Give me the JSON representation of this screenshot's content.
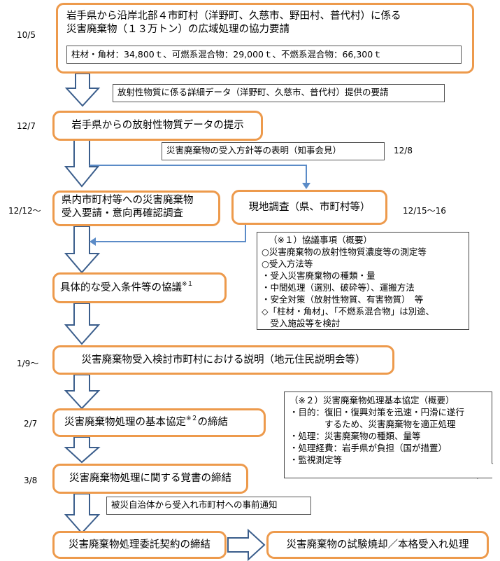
{
  "dates": {
    "d1": "10/5",
    "d2": "12/7",
    "d3": "12/8",
    "d4": "12/12～",
    "d5": "12/15～16",
    "d6": "1/9～",
    "d7": "2/7",
    "d8": "3/8"
  },
  "box1": {
    "line1": "岩手県から沿岸北部４市町村（洋野町、久慈市、野田村、普代村）に係る",
    "line2": "災害廃棄物（１３万トン）の広域処理の協力要請",
    "inner": "柱材・角材：34,800ｔ、可燃系混合物：29,000ｔ、不燃系混合物：66,300ｔ"
  },
  "note_a": "放射性物質に係る詳細データ（洋野町、久慈市、普代村）提供の要請",
  "box2": "岩手県からの放射性物質データの提示",
  "note_b": "災害廃棄物の受入方針等の表明（知事会見）",
  "box3": {
    "line1": "県内市町村等への災害廃棄物",
    "line2": "受入要請・意向再確認調査"
  },
  "box4": "現地調査（県、市町村等）",
  "box5": {
    "text": "具体的な受入条件等の協議",
    "sup": "※１"
  },
  "note1": {
    "title": "（※１）協議事項（概要）",
    "items": [
      "○災害廃棄物の放射性物質濃度等の測定等",
      "○受入方法等",
      "・受入災害廃棄物の種類・量",
      "・中間処理（選別、破砕等）、運搬方法",
      "・安全対策（放射性物質、有害物質）　等",
      "◇「柱材・角材」、「不燃系混合物」は別途、",
      "　受入施設等を検討"
    ]
  },
  "box6": "災害廃棄物受入検討市町村における説明（地元住民説明会等）",
  "box7": {
    "pre": "災害廃棄物処理の基本協定",
    "sup": "※２",
    "post": "の締結"
  },
  "note2": {
    "title": "（※２）災害廃棄物処理基本協定（概要）",
    "items": [
      "・目的：復旧・復興対策を迅速・円滑に遂行",
      "　　　　するため、災害廃棄物を適正処理",
      "・処理：災害廃棄物の種類、量等",
      "・処理経費：岩手県が負担（国が措置）",
      "・監視測定等"
    ]
  },
  "box8": "災害廃棄物処理に関する覚書の締結",
  "note_c": "被災自治体から受入れ市町村への事前通知",
  "box9": "災害廃棄物処理委託契約の締結",
  "box10": "災害廃棄物の試験焼却／本格受入れ処理",
  "colors": {
    "box_border": "#ED9A4C",
    "arrow_outline": "#3B5E8C",
    "line_arrow": "#5B8BC7"
  }
}
